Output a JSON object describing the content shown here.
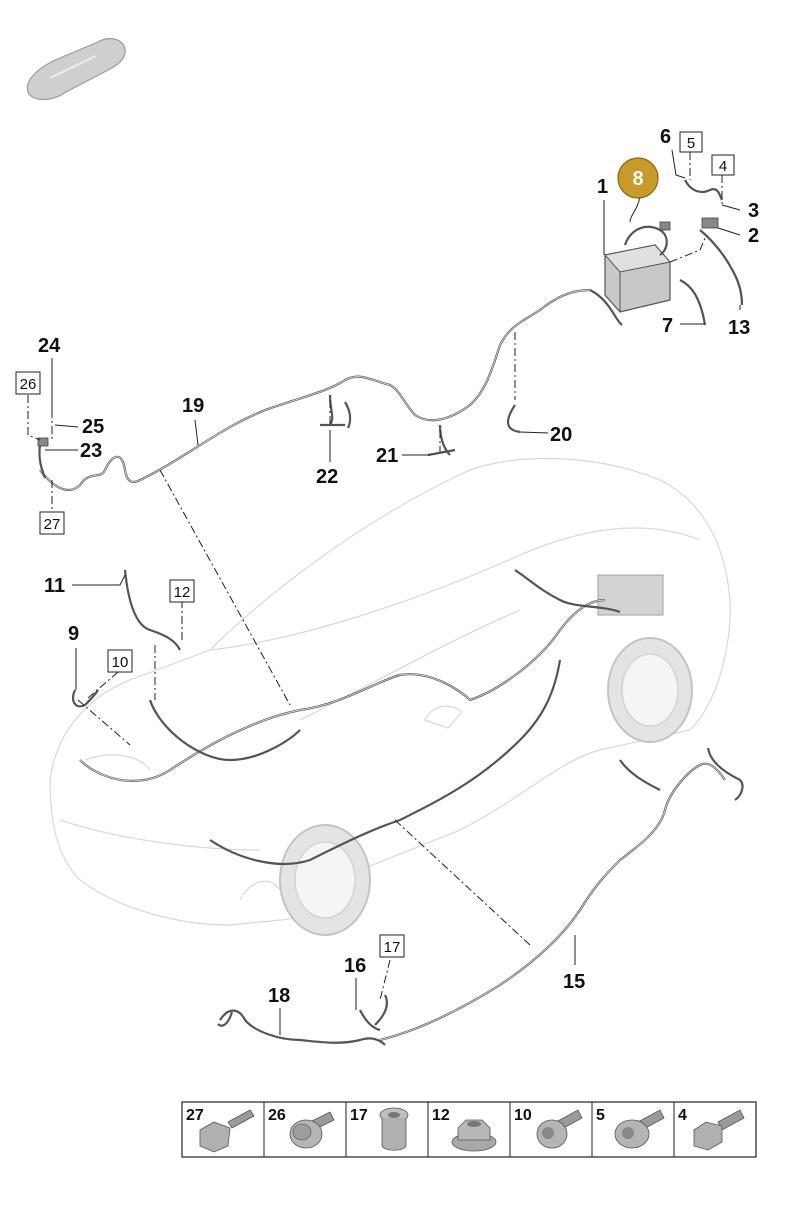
{
  "part_labels": [
    "1",
    "2",
    "3",
    "6",
    "7",
    "9",
    "11",
    "13",
    "15",
    "16",
    "18",
    "19",
    "20",
    "21",
    "22",
    "23",
    "24",
    "25"
  ],
  "highlight_label": "8",
  "highlight_color": "#c79a2a",
  "boxed_labels": [
    "5",
    "4",
    "26",
    "27",
    "12",
    "10",
    "17"
  ],
  "fastener_cells": [
    "27",
    "26",
    "17",
    "12",
    "10",
    "5",
    "4"
  ],
  "icons": {
    "car_thumbnail": "car-silhouette-icon",
    "fasteners": [
      "bolt-icon",
      "flange-bolt-icon",
      "nut-sleeve-icon",
      "hex-nut-icon",
      "torx-bolt-icon",
      "torx-bolt-icon",
      "hex-bolt-icon"
    ]
  }
}
